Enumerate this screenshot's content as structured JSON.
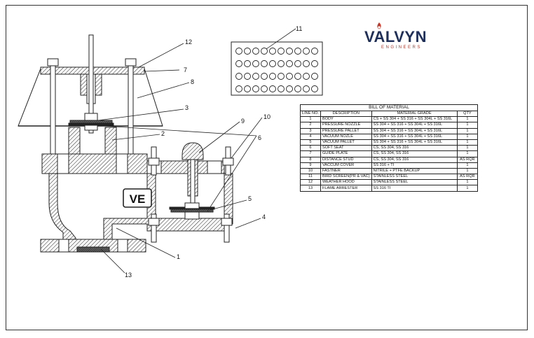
{
  "logo": {
    "brand": "VALVYN",
    "tagline": "ENGINEERS"
  },
  "emblem_text": "VE",
  "callouts": [
    "1",
    "2",
    "3",
    "4",
    "5",
    "6",
    "7",
    "8",
    "9",
    "10",
    "11",
    "12",
    "13"
  ],
  "bom": {
    "title": "BILL OF MATERIAL",
    "headers": [
      "LINE NO.",
      "DESCRIPTION",
      "MATERIAL GRADE",
      "QTY"
    ],
    "rows": [
      [
        "1",
        "BODY",
        "CS + SS 304 + SS 316 + SS 304L + SS 316L",
        "1"
      ],
      [
        "2",
        "PRESSURE NOZZLE",
        "SS 304 + SS 316 + SS 304L + SS 316L",
        "1"
      ],
      [
        "3",
        "PRESSURE PALLET",
        "SS 304 + SS 316 + SS 304L + SS 316L",
        "1"
      ],
      [
        "4",
        "VACUUM NOZLE",
        "SS 304 + SS 316 + SS 304L + SS 316L",
        "1"
      ],
      [
        "5",
        "VACUUM PALLET",
        "SS 304 + SS 316 + SS 304L + SS 316L",
        "1"
      ],
      [
        "6",
        "SOFT SEAT",
        "CS, SS 304, SS 316",
        "1"
      ],
      [
        "7",
        "GUIDE PLATE",
        "CS, SS 304, SS 316",
        "1"
      ],
      [
        "8",
        "DISTANCE STUD",
        "CS, SS 304, SS 316",
        "AS RQR"
      ],
      [
        "9",
        "VACCUM COVER",
        "SS 316 + TI",
        "1"
      ],
      [
        "10",
        "FASTNER",
        "NITRILE + PTFE BACKUP",
        "1"
      ],
      [
        "11",
        "BIRD SCREEN(PR & VAC)",
        "STAINLESS STEEL",
        "AS RQR"
      ],
      [
        "12",
        "WEATHER HOOD",
        "STAINLESS STEEL",
        "1"
      ],
      [
        "13",
        "FLAME ARRESTER",
        "SS 316 TI",
        "1"
      ]
    ]
  }
}
